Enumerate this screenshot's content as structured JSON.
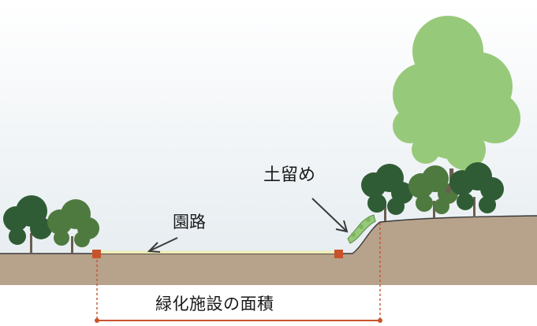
{
  "labels": {
    "garden_path": "園路",
    "retaining_wall": "土留め",
    "green_facility_area": "緑化施設の面積"
  },
  "colors": {
    "sky_top": "#ffffff",
    "sky_bottom": "#e4ebef",
    "ground": "#b7a28c",
    "ground_outline": "#3a3a3a",
    "path_surface": "#f1eeb8",
    "tree_dark": "#2f5c34",
    "tree_mid": "#4f7a3f",
    "tree_light": "#97c97a",
    "trunk": "#6b5e50",
    "measure_line": "#c8532a",
    "marker": "#c8532a",
    "arrow": "#3a3a3a"
  },
  "icons": [
    "tree-icon",
    "shrub-icon",
    "retaining-wall-icon",
    "arrow-icon",
    "measurement-marker-icon"
  ]
}
